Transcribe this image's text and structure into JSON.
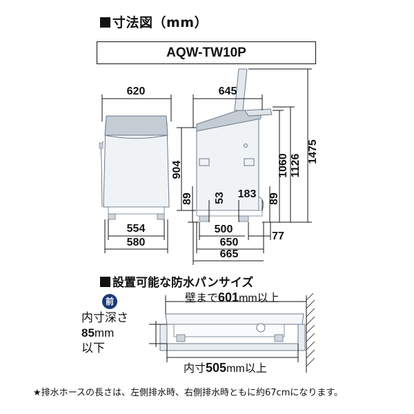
{
  "header": {
    "title": "寸法図（mm）",
    "model": "AQW-TW10P"
  },
  "dimensions": {
    "front_width": "620",
    "side_depth": "645",
    "height_body": "904",
    "front_foot_height": "89",
    "foot_front_offset": "53",
    "foot_side_offset": "183",
    "rear_foot_height": "89",
    "height_lid_closed": "1060",
    "height_total": "1126",
    "height_lid_open": "1475",
    "foot_width_inner": "554",
    "foot_width_outer": "580",
    "depth_foot": "500",
    "depth_rear_offset": "77",
    "depth_body": "650",
    "depth_total": "665"
  },
  "pan_section": {
    "title": "設置可能な防水パンサイズ",
    "badge": "前",
    "wall_label_pre": "壁まで",
    "wall_value": "601",
    "wall_label_post": "mm以上",
    "inner_depth_line1": "内寸深さ",
    "inner_depth_value": "85",
    "inner_depth_unit": "mm",
    "inner_depth_line3": "以下",
    "inner_width_pre": "内寸",
    "inner_width_value": "505",
    "inner_width_post": "mm以上"
  },
  "footnote": "★排水ホースの長さは、左側排水時、右側排水時ともに約67cmになります。"
}
